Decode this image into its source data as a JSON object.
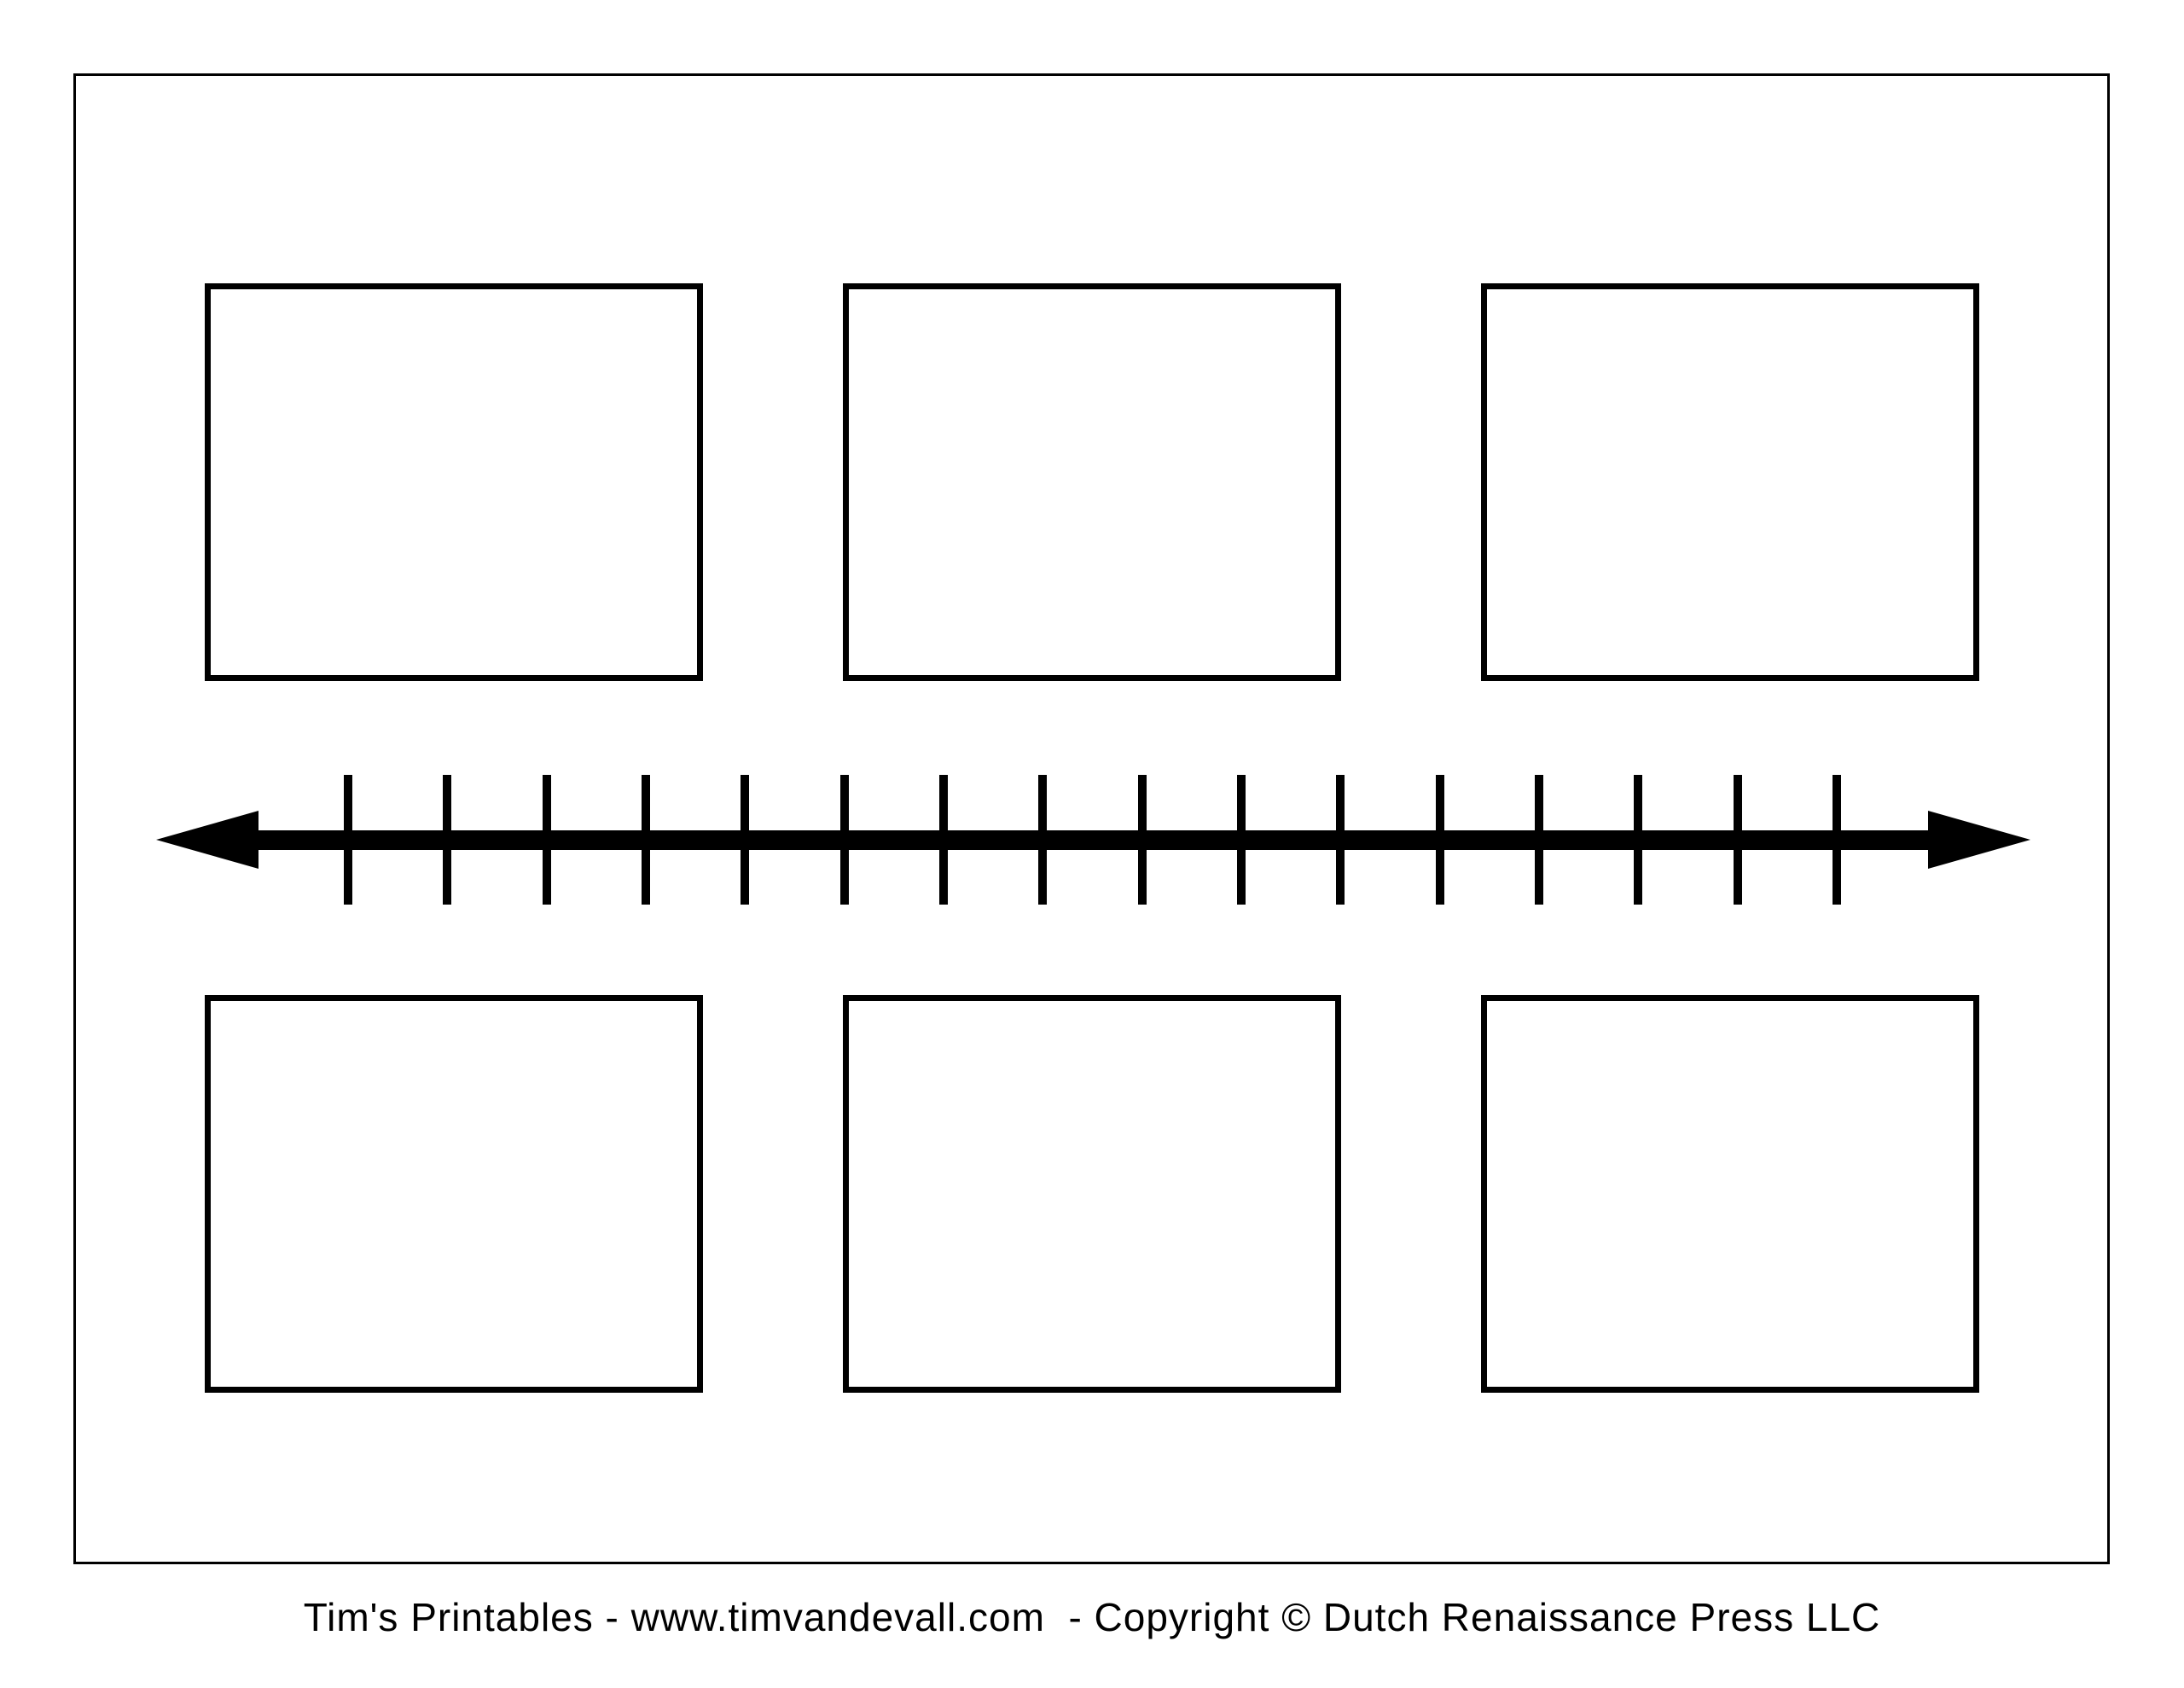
{
  "page": {
    "background_color": "#ffffff",
    "line_color": "#000000"
  },
  "timeline": {
    "tick_count": 16,
    "box_rows": 2,
    "boxes_per_row": 3
  },
  "footer": {
    "credit": "Tim's Printables - www.timvandevall.com  - Copyright © Dutch Renaissance Press LLC"
  }
}
